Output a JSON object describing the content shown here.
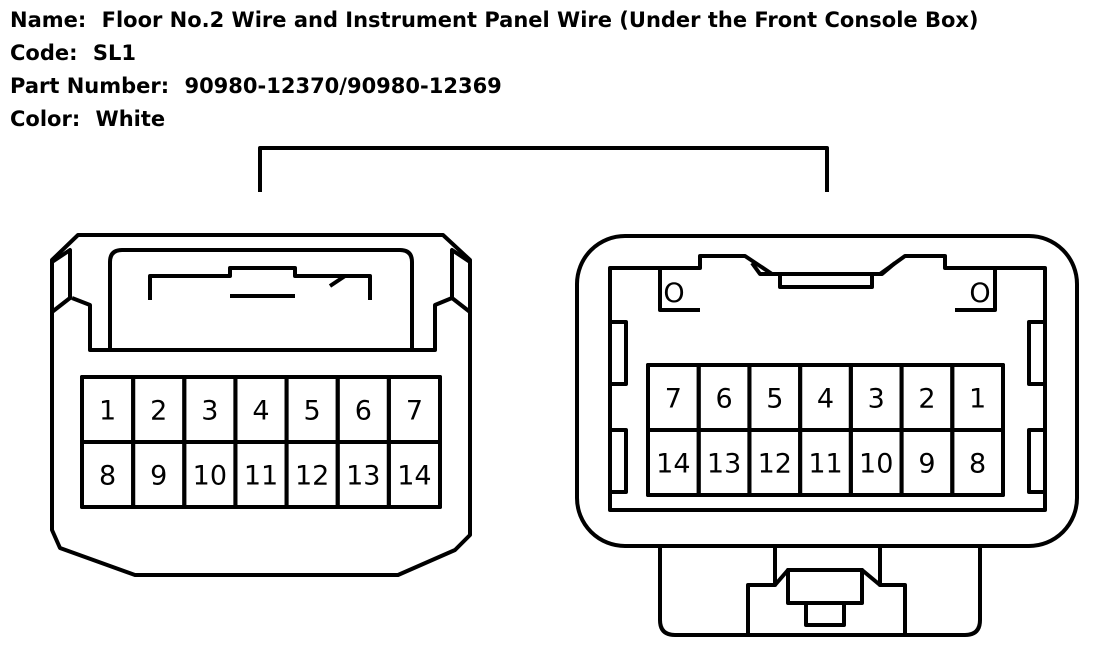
{
  "header": {
    "name_label": "Name:",
    "name_value": "Floor No.2 Wire and Instrument Panel Wire (Under the Front Console Box)",
    "code_label": "Code:",
    "code_value": "SL1",
    "part_label": "Part Number:",
    "part_value": "90980-12370/90980-12369",
    "color_label": "Color:",
    "color_value": "White"
  },
  "left_connector": {
    "pins_top": [
      "1",
      "2",
      "3",
      "4",
      "5",
      "6",
      "7"
    ],
    "pins_bottom": [
      "8",
      "9",
      "10",
      "11",
      "12",
      "13",
      "14"
    ]
  },
  "right_connector": {
    "pins_top": [
      "7",
      "6",
      "5",
      "4",
      "3",
      "2",
      "1"
    ],
    "pins_bottom": [
      "14",
      "13",
      "12",
      "11",
      "10",
      "9",
      "8"
    ],
    "marker_left": "O",
    "marker_right": "O"
  },
  "colors": {
    "line": "#000000",
    "background": "#ffffff"
  }
}
